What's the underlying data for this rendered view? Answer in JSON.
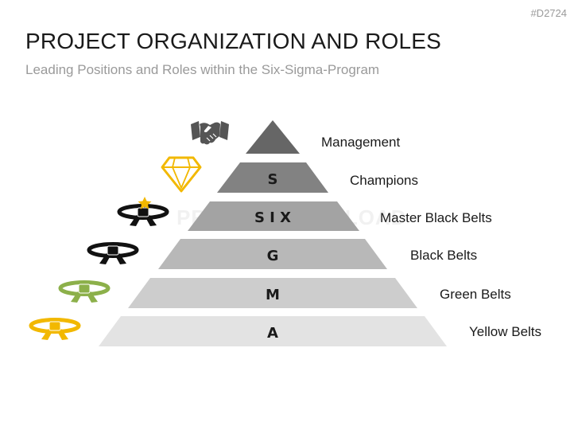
{
  "slide": {
    "id": "#D2724",
    "title": "PROJECT ORGANIZATION AND ROLES",
    "subtitle": "Leading Positions and Roles within the Six-Sigma-Program",
    "watermark": "PRESENTATIONLOAD"
  },
  "pyramid": {
    "tiers": [
      {
        "letter": "",
        "role": "Management",
        "color": "#666666",
        "icon": "handshake-icon"
      },
      {
        "letter": "S",
        "role": "Champions",
        "color": "#828282",
        "icon": "diamond-icon"
      },
      {
        "letter": "S I X",
        "role": "Master Black Belts",
        "color": "#a3a3a3",
        "icon": "master-black-belt-icon"
      },
      {
        "letter": "G",
        "role": "Black Belts",
        "color": "#b8b8b8",
        "icon": "black-belt-icon"
      },
      {
        "letter": "M",
        "role": "Green Belts",
        "color": "#cdcdcd",
        "icon": "green-belt-icon"
      },
      {
        "letter": "A",
        "role": "Yellow Belts",
        "color": "#e3e3e3",
        "icon": "yellow-belt-icon"
      }
    ]
  },
  "colors": {
    "belt_black": "#111111",
    "belt_green": "#8cb04a",
    "belt_yellow": "#f2b800",
    "diamond": "#f2b800",
    "star": "#f2b800",
    "handshake": "#555555"
  }
}
